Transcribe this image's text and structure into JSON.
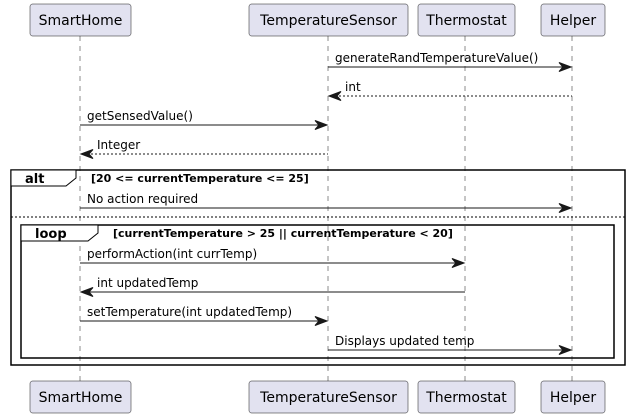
{
  "participants": [
    {
      "id": "smarthome",
      "label": "SmartHome"
    },
    {
      "id": "sensor",
      "label": "TemperatureSensor"
    },
    {
      "id": "thermostat",
      "label": "Thermostat"
    },
    {
      "id": "helper",
      "label": "Helper"
    }
  ],
  "messages": [
    {
      "from": "sensor",
      "to": "helper",
      "label": "generateRandTemperatureValue()",
      "kind": "call"
    },
    {
      "from": "helper",
      "to": "sensor",
      "label": "int",
      "kind": "reply"
    },
    {
      "from": "smarthome",
      "to": "sensor",
      "label": "getSensedValue()",
      "kind": "call"
    },
    {
      "from": "sensor",
      "to": "smarthome",
      "label": "Integer",
      "kind": "reply"
    },
    {
      "from": "smarthome",
      "to": "helper",
      "label": "No action required",
      "kind": "call"
    },
    {
      "from": "smarthome",
      "to": "thermostat",
      "label": "performAction(int currTemp)",
      "kind": "call"
    },
    {
      "from": "thermostat",
      "to": "smarthome",
      "label": "int updatedTemp",
      "kind": "call"
    },
    {
      "from": "smarthome",
      "to": "sensor",
      "label": "setTemperature(int updatedTemp)",
      "kind": "call"
    },
    {
      "from": "sensor",
      "to": "helper",
      "label": "Displays updated temp",
      "kind": "call"
    }
  ],
  "fragments": {
    "alt": {
      "keyword": "alt",
      "guard": "[20 <= currentTemperature <= 25]"
    },
    "loop": {
      "keyword": "loop",
      "guard": "[currentTemperature > 25 || currentTemperature < 20]"
    }
  }
}
